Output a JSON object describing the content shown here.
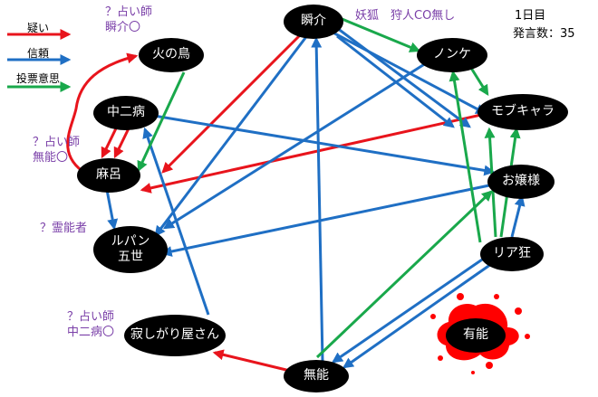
{
  "legend": [
    {
      "label": "疑い",
      "color": "#e8141c"
    },
    {
      "label": "信頼",
      "color": "#1f6fc4"
    },
    {
      "label": "投票意思",
      "color": "#19a84b"
    }
  ],
  "info": {
    "day": "1日目",
    "count": "発言数：35"
  },
  "notes": {
    "hinotori": "？占い師\n瞬介〇",
    "asaro": "？占い師\n無能〇",
    "lupin": "？霊能者",
    "sabishi": "？占い師\n中二病〇",
    "shunsuke": "妖狐　狩人CO無し"
  },
  "nodes": {
    "shunsuke": "瞬介",
    "nonke": "ノンケ",
    "mob": "モブキャラ",
    "ojou": "お嬢様",
    "riakyo": "リア狂",
    "hinotori": "火の鳥",
    "chuni": "中二病",
    "asaro": "麻呂",
    "lupin": "ルパン\n五世",
    "sabishi": "寂しがり屋さん",
    "munou": "無能",
    "yuunou": "有能"
  },
  "colors": {
    "suspicion": "#e8141c",
    "trust": "#1f6fc4",
    "vote": "#19a84b",
    "blood": "#ff0000"
  }
}
